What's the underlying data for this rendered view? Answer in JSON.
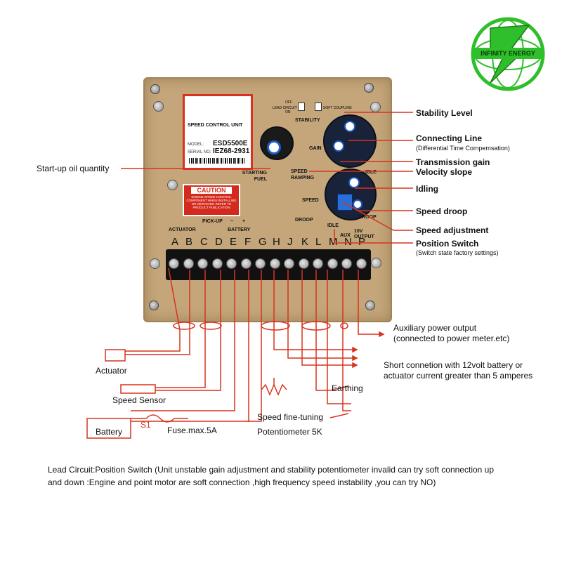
{
  "logo": {
    "text": "INFINITY ENERGY"
  },
  "unit": {
    "label_title": "SPEED CONTROL UNIT",
    "model_label": "MODEL:",
    "model": "ESD5500E",
    "serial_label": "SERIAL NO:",
    "serial": "IEZ68-2931",
    "caution_title": "CAUTION",
    "caution_body": "ENGINE SPEED CONTROL COMPONENT WHEN INSTALLING OR SERVICING REFER TO PRODUCT PUBLICATION",
    "lead_circuit": "LEAD CIRCUIT",
    "soft_coupling": "SOFT COUPLING",
    "switch_off": "OFF",
    "switch_on": "ON",
    "stability": "STABILITY",
    "gain": "GAIN",
    "starting_fuel": "STARTING FUEL",
    "speed_ramping": "SPEED RAMPING",
    "idle": "IDLE",
    "speed": "SPEED",
    "droop": "DROOP",
    "pickup": "PICK-UP",
    "battery": "BATTERY",
    "actuator": "ACTUATOR",
    "minus": "−",
    "plus": "+",
    "idle_small": "IDLE",
    "aux": "AUX",
    "output_10v": "10V OUTPUT",
    "terminals": [
      "A",
      "B",
      "C",
      "D",
      "E",
      "F",
      "G",
      "H",
      "J",
      "K",
      "L",
      "M",
      "N",
      "P"
    ]
  },
  "callouts_right": {
    "stability_level": "Stability Level",
    "connecting_line": "Connecting Line",
    "connecting_line_sub": "(Differential Time Compemsation)",
    "transmission_gain": "Transmission gain",
    "velocity_slope": "Velocity  slope",
    "idling": "Idling",
    "speed_droop": "Speed droop",
    "speed_adjustment": "Speed adjustment",
    "position_switch": "Position Switch",
    "position_switch_sub": "(Switch state factory settings)"
  },
  "callouts_left": {
    "startup_oil": "Start-up oil quantity"
  },
  "wiring": {
    "aux_power": "Auxiliary power output",
    "aux_power_sub": "(connected to power meter.etc)",
    "short_connection": "Short connetion with 12volt battery or",
    "short_connection_2": "actuator current greater than 5 amperes",
    "earthing": "Earthing",
    "speed_fine_tuning": "Speed fine-tuning",
    "potentiometer": "Potentiometer 5K",
    "actuator": "Actuator",
    "speed_sensor": "Speed Sensor",
    "battery": "Battery",
    "s1": "S1",
    "fuse": "Fuse.max.5A"
  },
  "footer": {
    "line1": "Lead Circuit:Position Switch (Unit unstable  gain adjustment and stability potentiometer invalid can try soft connection up",
    "line2": "and down :Engine and point motor are soft connection ,high frequency speed instability ,you can try NO)"
  },
  "colors": {
    "wire": "#d8331f",
    "panel": "#c4a67a",
    "logo": "#2fbf2a"
  }
}
